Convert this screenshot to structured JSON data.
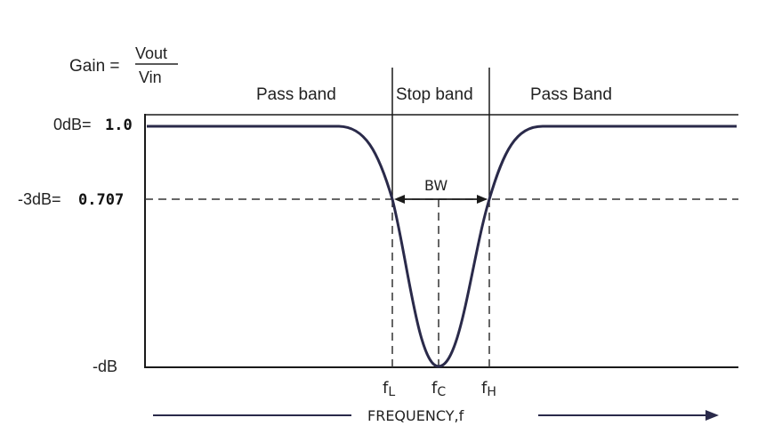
{
  "gain_label": {
    "prefix": "Gain =",
    "numerator": "Vout",
    "denominator": "Vin"
  },
  "bands": {
    "left": "Pass band",
    "middle": "Stop band",
    "right": "Pass Band"
  },
  "y_labels": {
    "zero_db_prefix": "0dB=",
    "zero_db_value": "1.0",
    "minus3_prefix": "-3dB=",
    "minus3_value": "0.707",
    "bottom": "-dB"
  },
  "bandwidth_label": "BW",
  "freq_markers": {
    "low": {
      "base": "f",
      "sub": "L"
    },
    "center": {
      "base": "f",
      "sub": "C"
    },
    "high": {
      "base": "f",
      "sub": "H"
    }
  },
  "x_axis_label": "FREQUENCY,f",
  "colors": {
    "curve": "#2a2a4a",
    "axis": "#1a1a1a",
    "dashed": "#333333"
  }
}
